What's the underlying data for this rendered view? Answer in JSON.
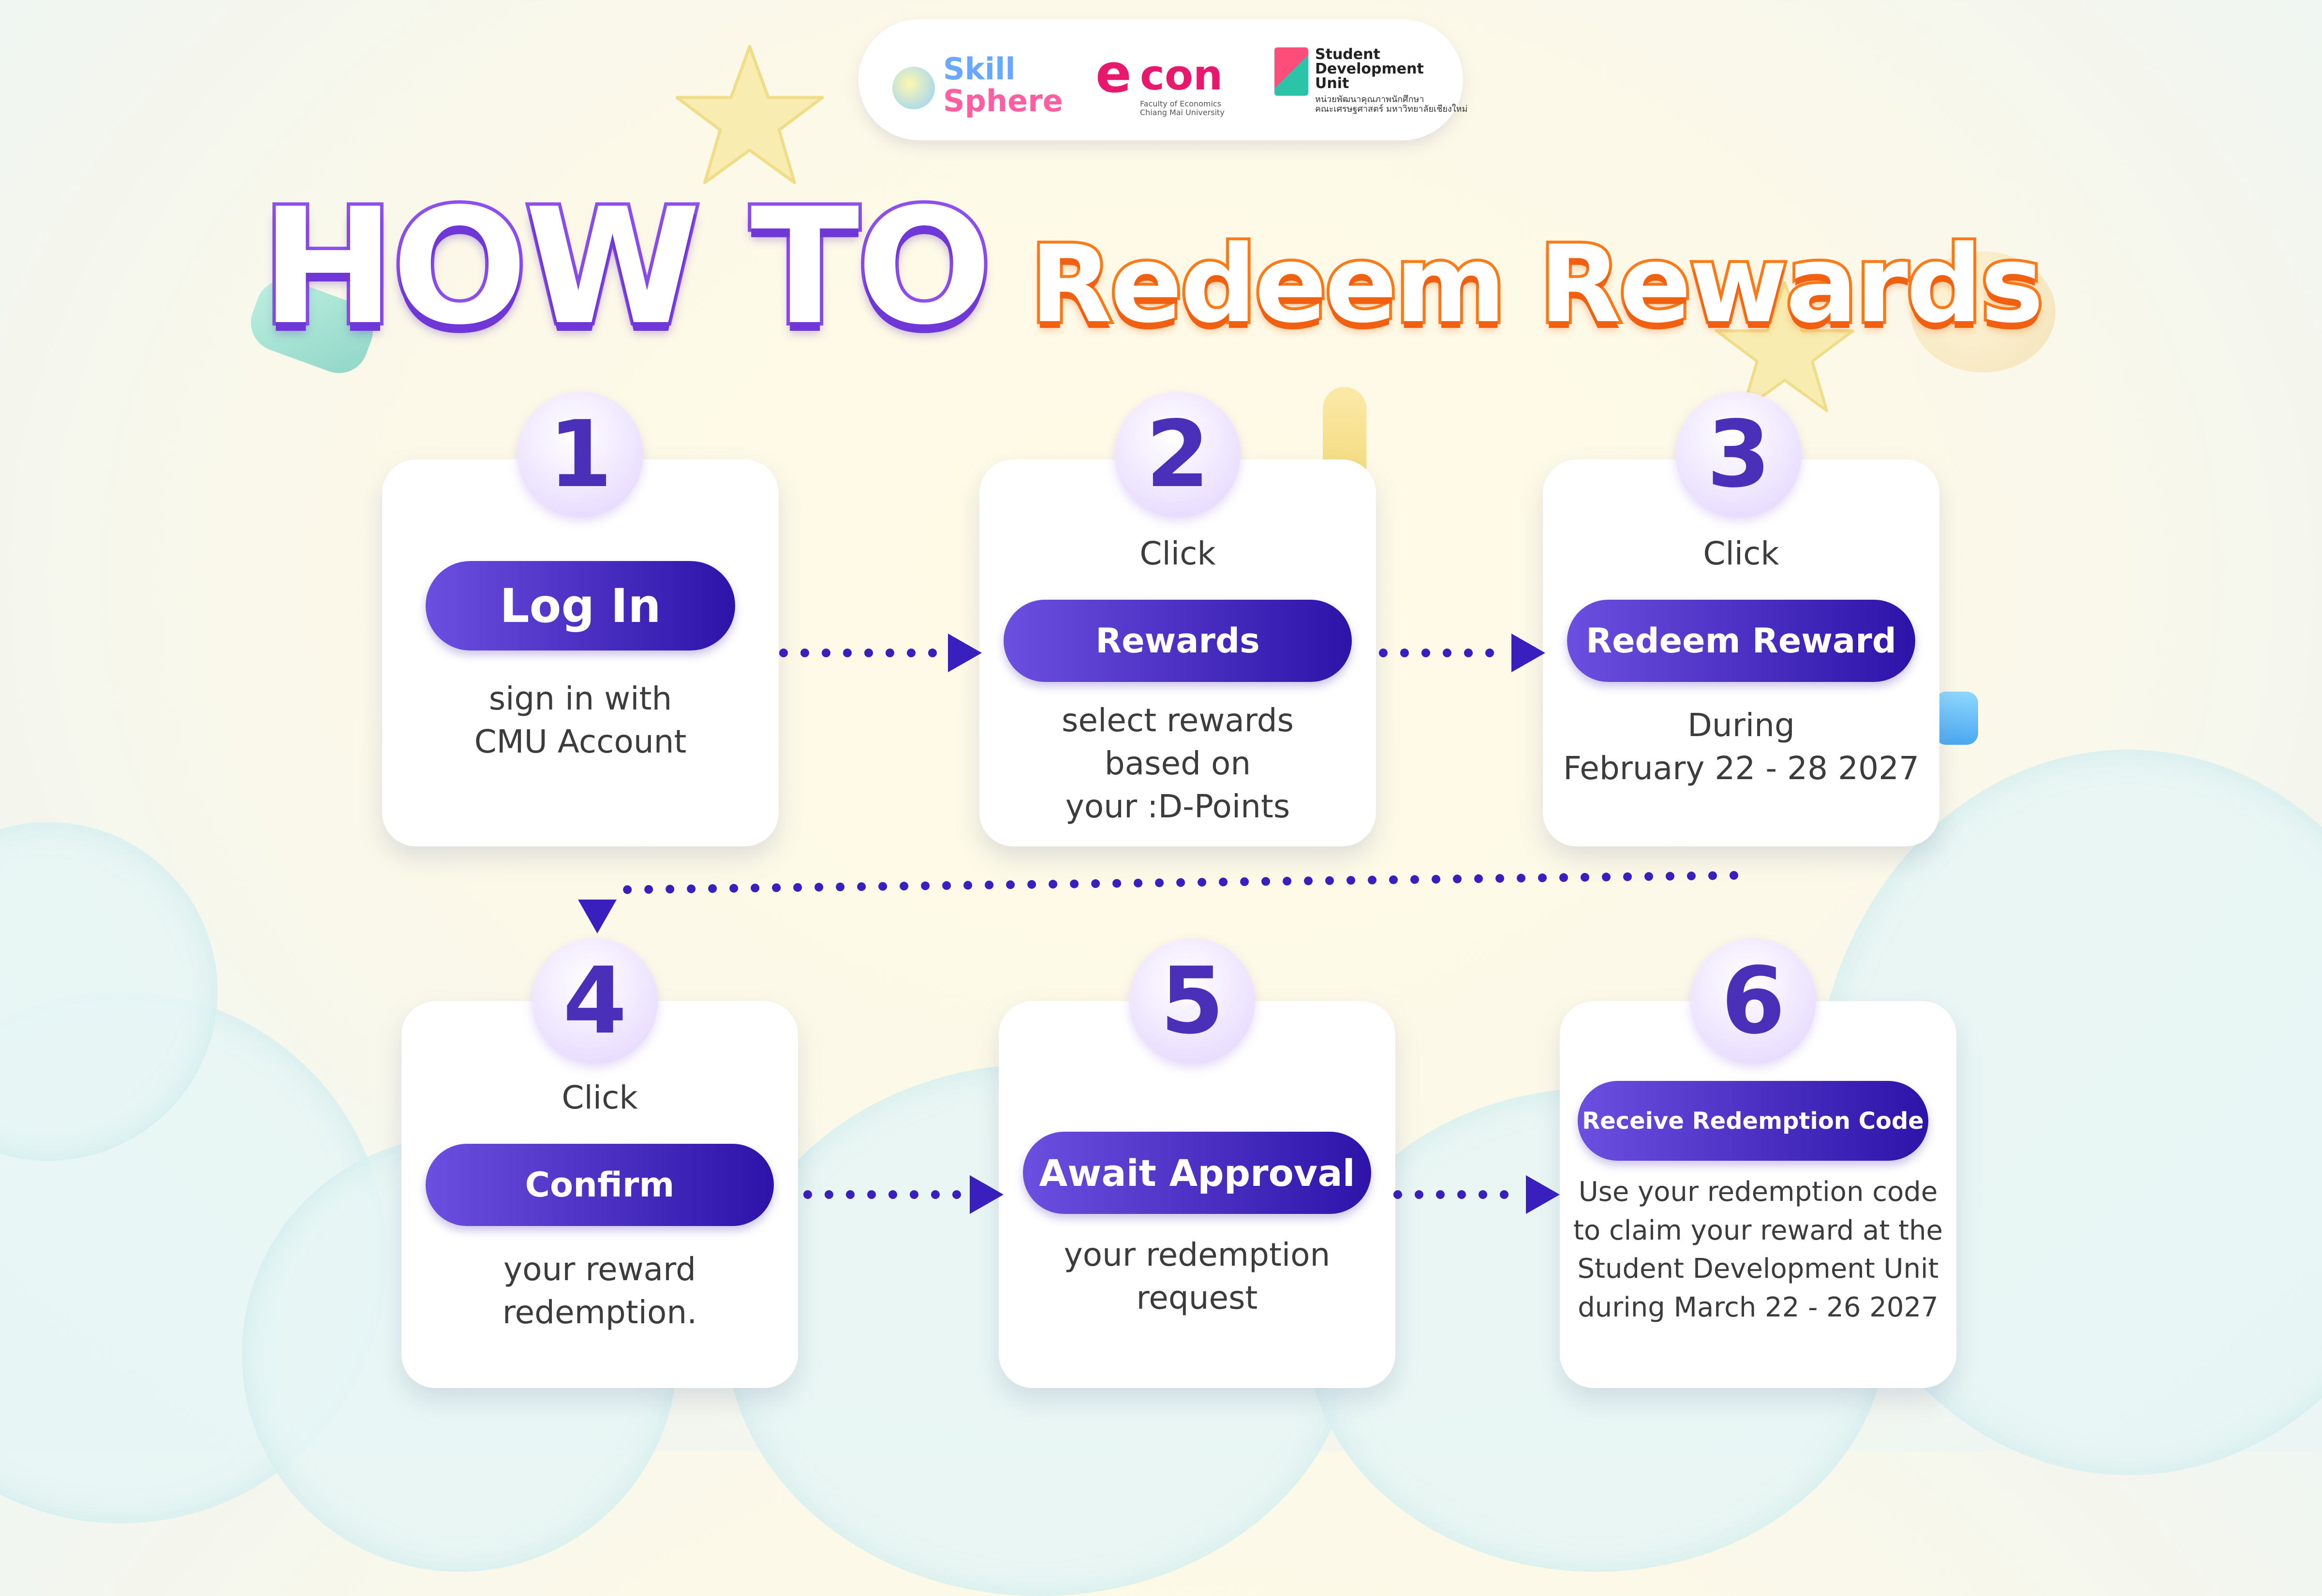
{
  "logos": {
    "skill": {
      "line1": "Skill",
      "line2": "Sphere"
    },
    "econ": {
      "mark": "e",
      "text": "con",
      "sub": "Faculty of Economics\nChiang Mai University"
    },
    "sdu": {
      "name": "Student\nDevelopment\nUnit",
      "thai": "หน่วยพัฒนาคุณภาพนักศึกษา\nคณะเศรษฐศาสตร์ มหาวิทยาลัยเชียงใหม่"
    }
  },
  "title": {
    "how_to": "HOW TO",
    "subject": "Redeem Rewards"
  },
  "steps": [
    {
      "number": "1",
      "pre": "",
      "button": "Log In",
      "desc": "sign in with\nCMU Account"
    },
    {
      "number": "2",
      "pre": "Click",
      "button": "Rewards",
      "desc": "select rewards\nbased on\nyour :D-Points"
    },
    {
      "number": "3",
      "pre": "Click",
      "button": "Redeem Reward",
      "desc": "During\nFebruary 22 - 28 2027"
    },
    {
      "number": "4",
      "pre": "Click",
      "button": "Confirm",
      "desc": "your reward\nredemption."
    },
    {
      "number": "5",
      "pre": "",
      "button": "Await Approval",
      "desc": "your redemption\nrequest"
    },
    {
      "number": "6",
      "pre": "",
      "button": "Receive Redemption Code",
      "desc": "Use your redemption code\nto claim your reward at the\nStudent Development Unit\nduring March 22 - 26 2027"
    }
  ],
  "colors": {
    "accent": "#4a2fb8",
    "button": "#3a1fbf",
    "title_purple": "#8d4ff0",
    "title_orange": "#ff7a18"
  }
}
